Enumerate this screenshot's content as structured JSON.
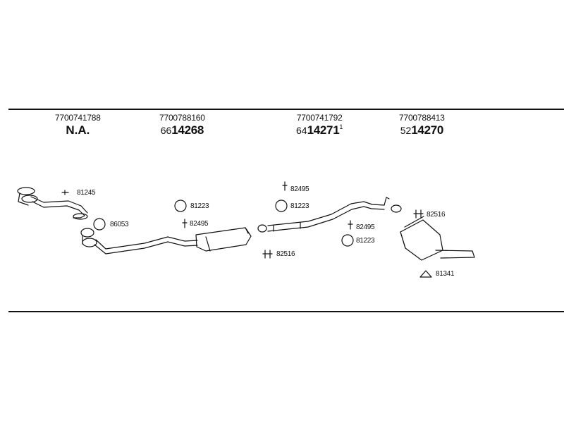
{
  "columns": [
    {
      "oe": "7700741788",
      "prefix": "",
      "main": "N.A.",
      "sup": ""
    },
    {
      "oe": "7700788160",
      "prefix": "66",
      "main": "14268",
      "sup": ""
    },
    {
      "oe": "7700741792",
      "prefix": "64",
      "main": "14271",
      "sup": "1"
    },
    {
      "oe": "7700788413",
      "prefix": "52",
      "main": "14270",
      "sup": ""
    }
  ],
  "parts": {
    "p81245": "81245",
    "p86053": "86053",
    "p81223a": "81223",
    "p82495a": "82495",
    "p82495b": "82495",
    "p81223b": "81223",
    "p82516a": "82516",
    "p82495c": "82495",
    "p81223c": "81223",
    "p82516b": "82516",
    "p81341": "81341"
  }
}
